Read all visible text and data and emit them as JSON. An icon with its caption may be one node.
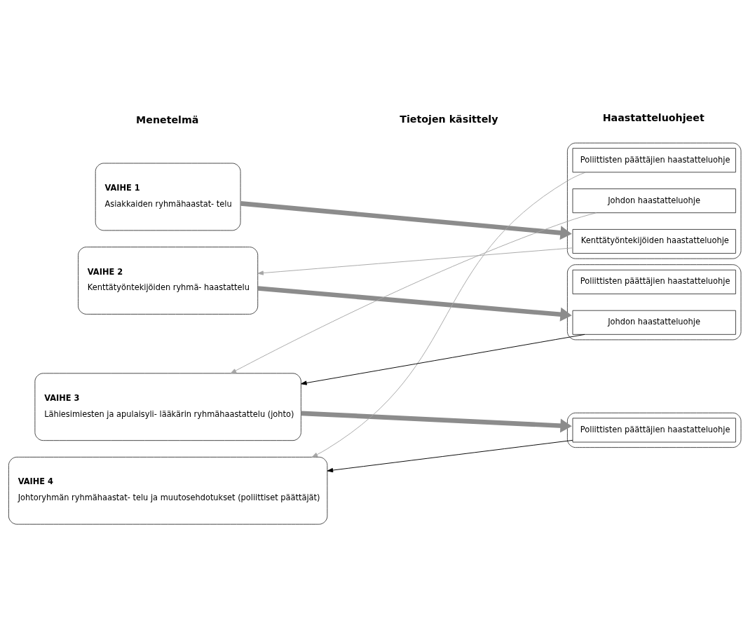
{
  "diagram": {
    "nodes": [
      {
        "text": [
          "VAIHE 1",
          "Asiakkaiden ryhmähaastat- telu"
        ]
      },
      {
        "text": [
          "VAIHE 2",
          "Kenttätyöntekijöiden ryhmä- haastattelu"
        ]
      },
      {
        "text": [
          "VAIHE 3",
          "Lähiesimiesten ja apulaisyli- lääkärin ryhmähaastattelu (johto)"
        ]
      },
      {
        "text": [
          "VAIHE 4",
          "Johtoryhmän ryhmähaastat- telu ja muutosehdotukset (poliittiset päättäjät)"
        ]
      },
      {
        "text": [],
        "shape": "box"
      },
      {
        "text": [
          "Kenttätyöntekijöiden haastatteluohje"
        ],
        "in": 4
      },
      {
        "text": [
          "Johdon haastatteluohje"
        ],
        "in": 4
      },
      {
        "text": [
          "Poliittisten päättäjien haastatteluohje"
        ],
        "in": 4
      },
      {
        "text": [],
        "shape": "box"
      },
      {
        "text": [
          "Johdon haastatteluohje"
        ],
        "in": 8
      },
      {
        "text": [
          "Poliittisten päättäjien haastatteluohje"
        ],
        "in": 8
      },
      {
        "text": [],
        "shape": "box"
      },
      {
        "text": [
          "Poliittisten päättäjien haastatteluohje"
        ],
        "in": 11
      }
    ],
    "edges": [
      {
        "from": 0,
        "to": 4,
        "arrow": "to",
        "style": "thick",
        "color": "#8c8c8c"
      },
      {
        "from": 5,
        "to": 1,
        "arrow": "to"
      },
      {
        "from": 6,
        "to": 2,
        "arrow": "to"
      },
      {
        "from": 7,
        "to": 3,
        "arrow": "to"
      },
      {
        "from": 9,
        "to": 2,
        "arrow": "to",
        "color": "#000000"
      },
      {
        "from": 1,
        "to": 8,
        "arrow": "to",
        "style": "thick",
        "color": "#8c8c8c"
      },
      {
        "from": 2,
        "to": 11,
        "arrow": "to",
        "style": "thick",
        "color": "#8c8c8c"
      },
      {
        "from": 12,
        "to": 3,
        "arrow": "to",
        "color": "#000000"
      }
    ],
    "labels": [
      "Menetelmä",
      "Tietojen käsittely",
      "Haastatteluohjeet"
    ]
  }
}
